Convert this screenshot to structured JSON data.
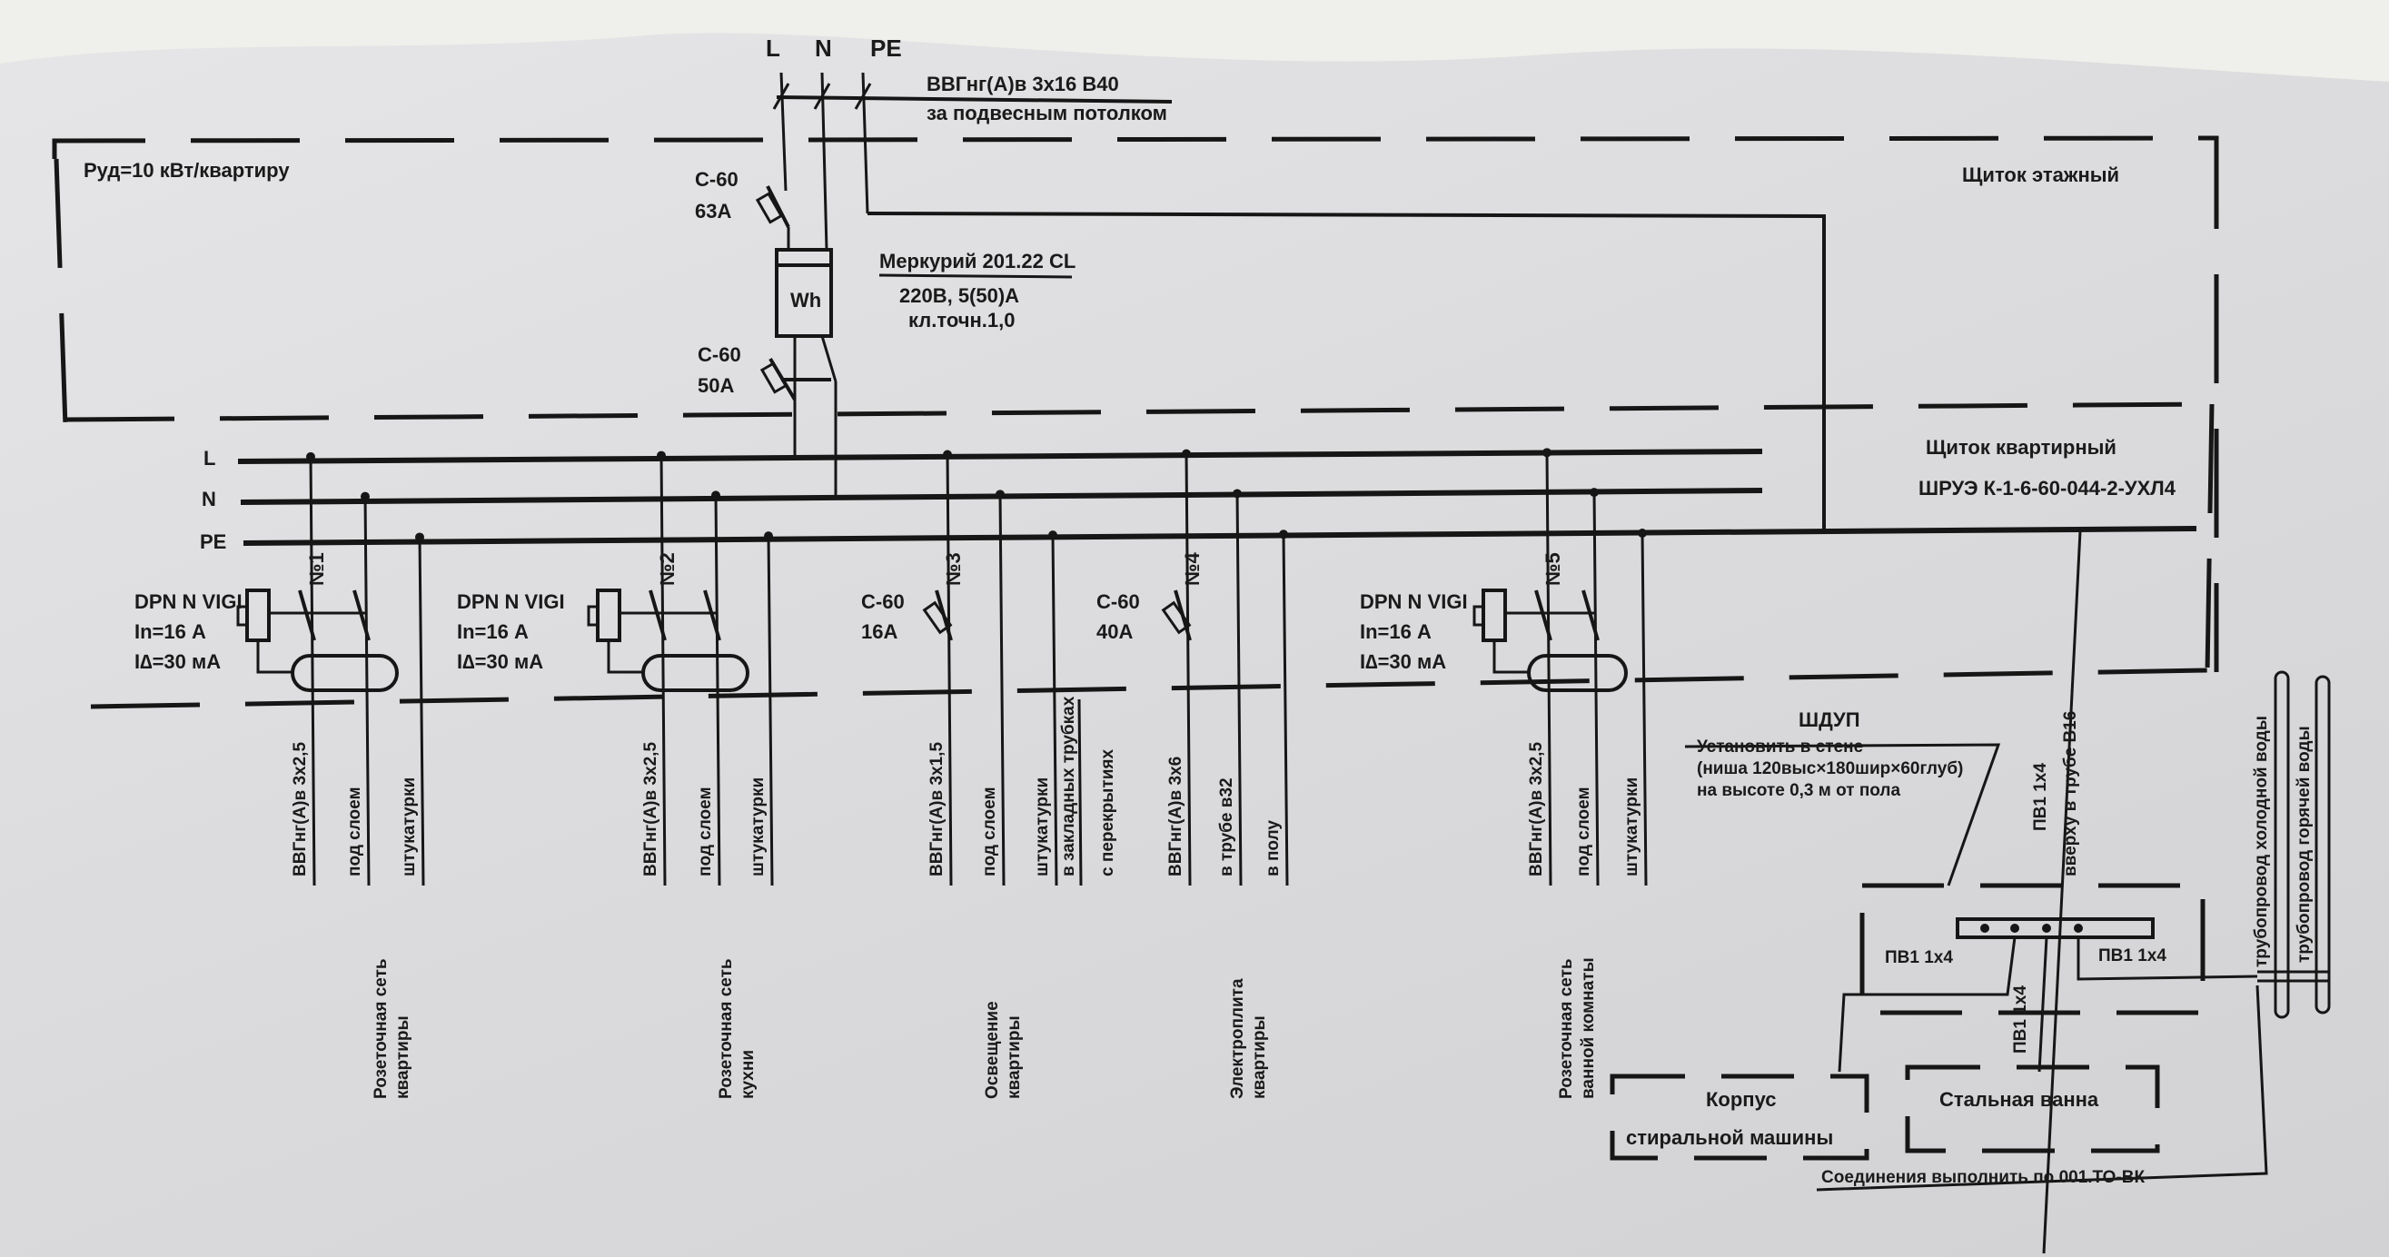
{
  "input": {
    "phases": [
      "L",
      "N",
      "PE"
    ],
    "cable": "ВВГнг(А)в 3х16 В40",
    "cable_route": "за подвесным потолком"
  },
  "floor_panel": {
    "title": "Щиток этажный",
    "power": "Руд=10 кВт/квартиру",
    "main_breaker": {
      "type": "С-60",
      "rating": "63А"
    },
    "meter": {
      "symbol": "Wh",
      "model": "Меркурий 201.22 CL",
      "rating": "220В, 5(50)А",
      "accuracy": "кл.точн.1,0"
    },
    "meter_breaker": {
      "type": "С-60",
      "rating": "50А"
    }
  },
  "apartment_panel": {
    "title": "Щиток квартирный",
    "model": "ШРУЭ К-1-6-60-044-2-УХЛ4",
    "bus_labels": [
      "L",
      "N",
      "PE"
    ]
  },
  "groups": [
    {
      "number": "№1",
      "device": [
        "DPN N VIGI",
        "In=16 А",
        "I∆=30 мА"
      ],
      "cable": [
        "ВВГнг(А)в 3х2,5",
        "под слоем",
        "штукатурки"
      ],
      "purpose": [
        "Розеточная сеть",
        "квартиры"
      ]
    },
    {
      "number": "№2",
      "device": [
        "DPN N VIGI",
        "In=16 А",
        "I∆=30 мА"
      ],
      "cable": [
        "ВВГнг(А)в 3х2,5",
        "под слоем",
        "штукатурки"
      ],
      "purpose": [
        "Розеточная сеть",
        "кухни"
      ]
    },
    {
      "number": "№3",
      "device": [
        "С-60",
        "16А"
      ],
      "cable": [
        "ВВГнг(А)в 3х1,5",
        "под слоем",
        "штукатурки",
        "в закладных трубках",
        "с перекрытиях"
      ],
      "purpose": [
        "Освещение",
        "квартиры"
      ]
    },
    {
      "number": "№4",
      "device": [
        "С-60",
        "40А"
      ],
      "cable": [
        "ВВГнг(А)в 3х6",
        "в трубе в32",
        "в полу"
      ],
      "purpose": [
        "Электроплита",
        "квартиры"
      ]
    },
    {
      "number": "№5",
      "device": [
        "DPN N VIGI",
        "In=16 А",
        "I∆=30 мА"
      ],
      "cable": [
        "ВВГнг(А)в 3х2,5",
        "под слоем",
        "штукатурки"
      ],
      "purpose": [
        "Розеточная сеть",
        "ванной комнаты"
      ]
    }
  ],
  "equipotential": {
    "title": "ШДУП",
    "note": [
      "Установить в стене",
      "(ниша 120выс×180шир×60глуб)",
      "на высоте 0,3 м от пола"
    ],
    "wire_up": [
      "ПВ1 1х4",
      "вверху в трубе В16"
    ],
    "wire_left": "ПВ1 1х4",
    "wire_right": "ПВ1 1х4",
    "wire_down": "ПВ1 1х4",
    "washing_machine": [
      "Корпус",
      "стиральной машины"
    ],
    "bathtub": "Стальная ванна",
    "pipes": [
      "трубопровод холодной воды",
      "трубопровод горячей воды"
    ],
    "footnote": "Соединения выполнить по 001.ТО-ВК"
  }
}
